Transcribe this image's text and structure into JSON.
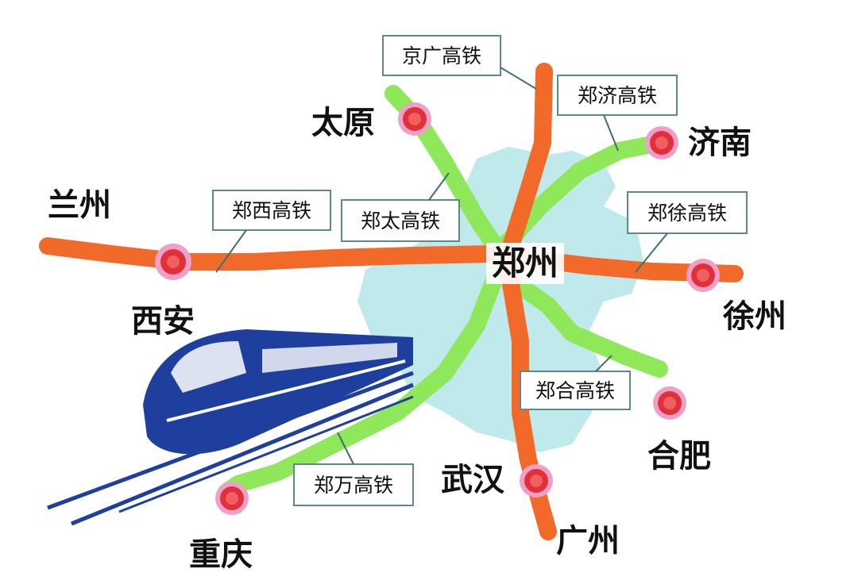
{
  "hub": {
    "name": "郑州"
  },
  "cities": {
    "taiyuan": "太原",
    "jinan": "济南",
    "lanzhou": "兰州",
    "xian": "西安",
    "xuzhou": "徐州",
    "hefei": "合肥",
    "wuhan": "武汉",
    "guangzhou": "广州",
    "chongqing": "重庆"
  },
  "lines": {
    "jingguang": "京广高铁",
    "zhengji": "郑济高铁",
    "zhengxi": "郑西高铁",
    "zhengtai": "郑太高铁",
    "zhengxu": "郑徐高铁",
    "zhenghe": "郑合高铁",
    "zhengwan": "郑万高铁"
  },
  "colors": {
    "orange_line": "#f26a2a",
    "green_line": "#8ee85a",
    "province_fill": "#bfe9ea",
    "city_marker": "#e0303a",
    "marker_ring": "#c9338a",
    "train": "#1f3f9e"
  },
  "icons": {
    "train": "high-speed-train-icon"
  }
}
